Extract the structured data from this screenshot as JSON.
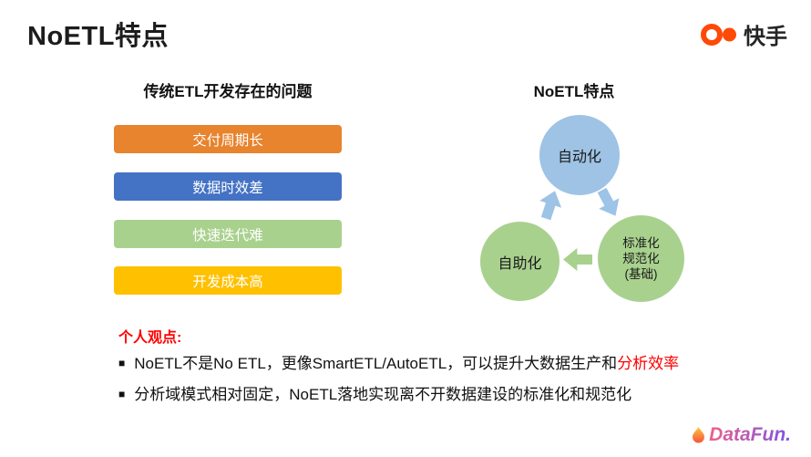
{
  "header": {
    "title": "NoETL特点",
    "brand": {
      "name": "快手",
      "color": "#FF4906"
    }
  },
  "left_panel": {
    "heading": "传统ETL开发存在的问题",
    "bars": [
      {
        "label": "交付周期长",
        "color": "#E8832E"
      },
      {
        "label": "数据时效差",
        "color": "#4472C4"
      },
      {
        "label": "快速迭代难",
        "color": "#A9D18E"
      },
      {
        "label": "开发成本高",
        "color": "#FFC000"
      }
    ]
  },
  "right_panel": {
    "heading": "NoETL特点",
    "cycle_nodes": [
      {
        "label": "自动化",
        "color": "#9EC3E5"
      },
      {
        "label": "自助化",
        "color": "#A9D18E"
      },
      {
        "lines": [
          "标准化",
          "规范化",
          "(基础)"
        ],
        "color": "#A9D18E"
      }
    ],
    "arrow_colors": {
      "blue": "#9DC3E6",
      "green": "#A9D18E"
    }
  },
  "opinion": {
    "heading": "个人观点:",
    "heading_color": "#FF0000",
    "bullet_marker": "■",
    "bullets": [
      {
        "text": "NoETL不是No ETL，更像SmartETL/AutoETL，可以提升大数据生产和",
        "highlight": "分析效率"
      },
      {
        "text": "分析域模式相对固定，NoETL落地实现离不开数据建设的标准化和规范化",
        "highlight": ""
      }
    ]
  },
  "footer": {
    "brand": "DataFun."
  }
}
